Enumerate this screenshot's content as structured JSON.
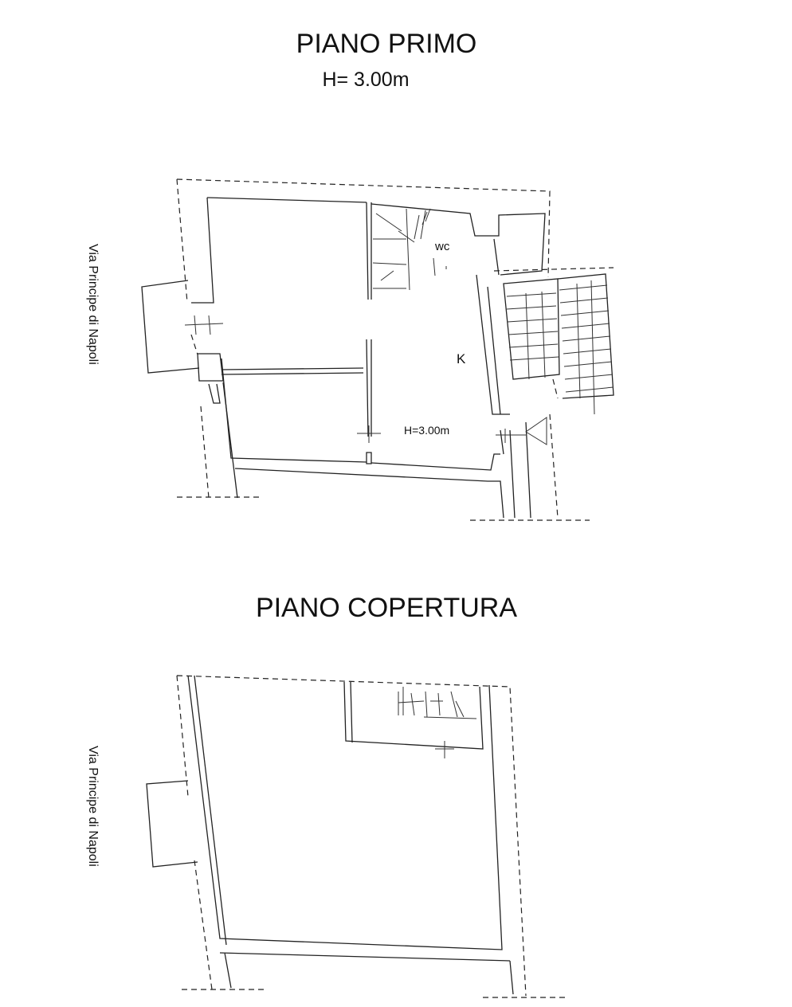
{
  "first_floor": {
    "title": "PIANO PRIMO",
    "height_note": "H= 3.00m",
    "street_label": "Via Principe di Napoli",
    "room_wc": "wc",
    "room_k": "K",
    "room_height": "H=3.00m"
  },
  "roof_floor": {
    "title": "PIANO COPERTURA",
    "street_label": "Via Principe di Napoli"
  }
}
